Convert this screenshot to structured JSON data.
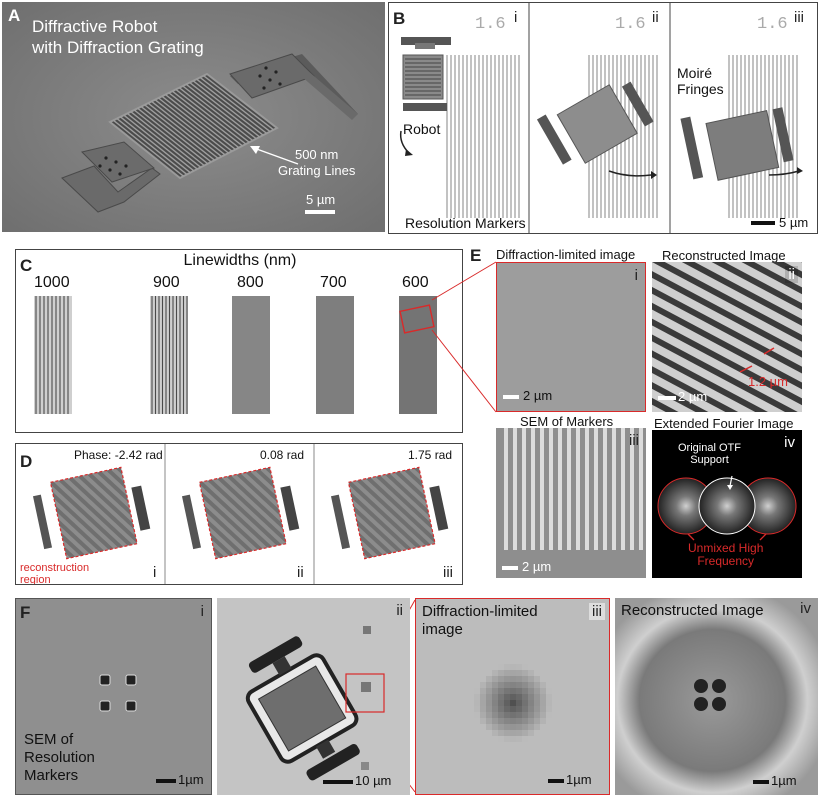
{
  "panel_a": {
    "label": "A",
    "title_line1": "Diffractive Robot",
    "title_line2": "with Diffraction Grating",
    "arrow_label_line1": "500 nm",
    "arrow_label_line2": "Grating Lines",
    "scale": "5 µm"
  },
  "panel_b": {
    "label": "B",
    "sub_i": "i",
    "sub_ii": "ii",
    "sub_iii": "iii",
    "marker_number": "1.6",
    "robot_label": "Robot",
    "resolution_label": "Resolution Markers",
    "moire_line1": "Moiré",
    "moire_line2": "Fringes",
    "scale": "5 µm"
  },
  "panel_c": {
    "label": "C",
    "title": "Linewidths (nm)",
    "widths": [
      "1000",
      "900",
      "800",
      "700",
      "600"
    ]
  },
  "panel_d": {
    "label": "D",
    "phases": [
      "Phase: -2.42 rad",
      "0.08 rad",
      "1.75 rad"
    ],
    "subs": [
      "i",
      "ii",
      "iii"
    ],
    "recon_line1": "reconstruction",
    "recon_line2": "region"
  },
  "panel_e": {
    "label": "E",
    "i_title": "Diffraction-limited image",
    "ii_title": "Reconstructed Image",
    "iii_title": "SEM of Markers",
    "iv_title": "Extended Fourier Image",
    "subs": [
      "i",
      "ii",
      "iii",
      "iv"
    ],
    "period": "1.2 µm",
    "otf_line1": "Original OTF",
    "otf_line2": "Support",
    "unmixed_line1": "Unmixed High",
    "unmixed_line2": "Frequency",
    "scale_i": "2 µm",
    "scale_ii": "2 µm",
    "scale_iii": "2 µm"
  },
  "panel_f": {
    "label": "F",
    "subs": [
      "i",
      "ii",
      "iii",
      "iv"
    ],
    "sem_line1": "SEM of",
    "sem_line2": "Resolution",
    "sem_line3": "Markers",
    "iii_title_line1": "Diffraction-limited",
    "iii_title_line2": "image",
    "iv_title": "Reconstructed Image",
    "scale_i": "1µm",
    "scale_ii": "10 µm",
    "scale_iii": "1µm",
    "scale_iv": "1µm"
  },
  "colors": {
    "accent_red": "#d92a2a",
    "sem_gray": "#8a8a8a",
    "border": "#444444"
  }
}
